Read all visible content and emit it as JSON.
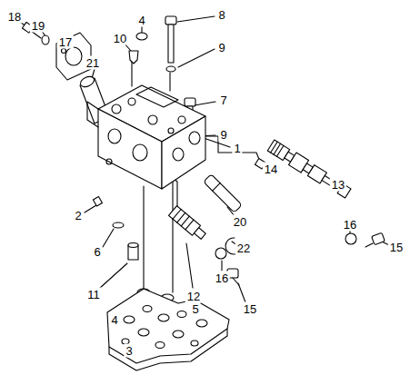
{
  "diagram": {
    "labels": [
      "18",
      "19",
      "17",
      "4",
      "8",
      "10",
      "9",
      "7",
      "21",
      "9",
      "1",
      "14",
      "13",
      "2",
      "20",
      "16",
      "15",
      "6",
      "22",
      "11",
      "12",
      "16",
      "15",
      "4",
      "5",
      "3"
    ]
  }
}
